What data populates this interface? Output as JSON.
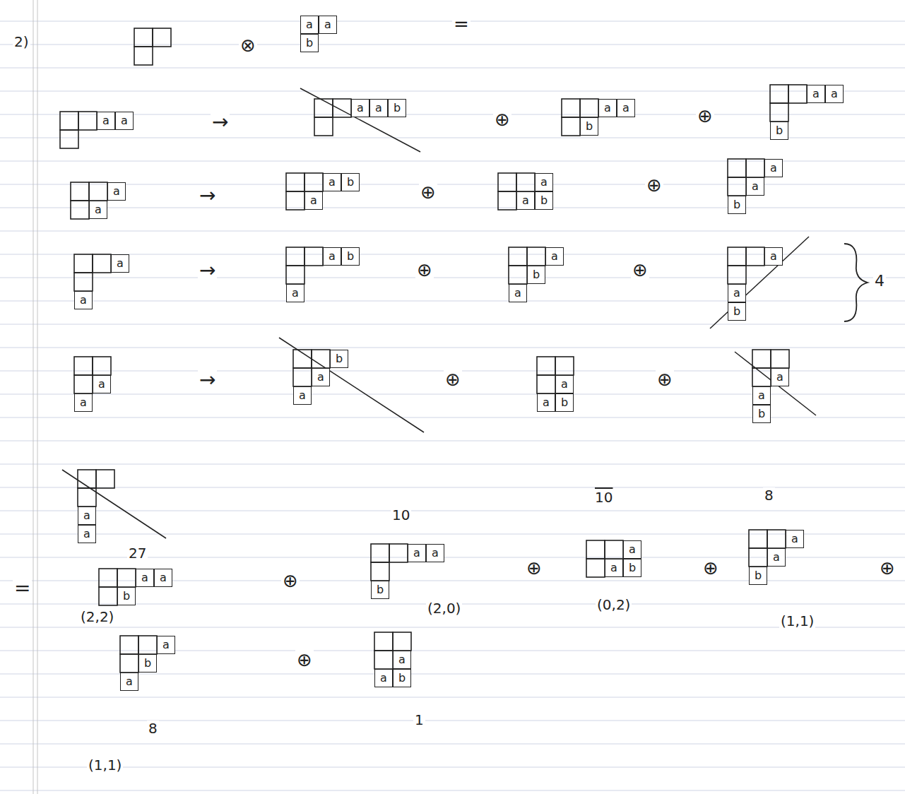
{
  "diagram": {
    "nodes": [
      {
        "text": [
          "a"
        ]
      },
      {
        "text": [
          "a"
        ]
      },
      {
        "text": [
          "b"
        ]
      },
      {
        "text": [
          "a"
        ]
      },
      {
        "text": [
          "a"
        ]
      },
      {
        "text": [
          "a"
        ]
      },
      {
        "text": [
          "a"
        ]
      },
      {
        "text": [
          "b"
        ]
      },
      {
        "text": [
          "a"
        ]
      },
      {
        "text": [
          "a"
        ]
      },
      {
        "text": [
          "b"
        ]
      },
      {
        "text": [
          "a"
        ]
      },
      {
        "text": [
          "a"
        ]
      },
      {
        "text": [
          "b"
        ]
      },
      {
        "text": [
          "a"
        ]
      },
      {
        "text": [
          "a"
        ]
      },
      {
        "text": [
          "a"
        ]
      },
      {
        "text": [
          "b"
        ]
      },
      {
        "text": [
          "a"
        ]
      },
      {
        "text": [
          "a"
        ]
      },
      {
        "text": [
          "a"
        ]
      },
      {
        "text": [
          "b"
        ]
      },
      {
        "text": [
          "a"
        ]
      },
      {
        "text": [
          "a"
        ]
      },
      {
        "text": [
          "b"
        ]
      },
      {
        "text": [
          "a"
        ]
      },
      {
        "text": [
          "a"
        ]
      },
      {
        "text": [
          "a"
        ]
      },
      {
        "text": [
          "b"
        ]
      },
      {
        "text": [
          "a"
        ]
      },
      {
        "text": [
          "a"
        ]
      },
      {
        "text": [
          "b"
        ]
      },
      {
        "text": [
          "a"
        ]
      },
      {
        "text": [
          "a"
        ]
      },
      {
        "text": [
          "a"
        ]
      },
      {
        "text": [
          "b"
        ]
      },
      {
        "text": [
          "a"
        ]
      },
      {
        "text": [
          "a"
        ]
      },
      {
        "text": [
          "b"
        ]
      },
      {
        "text": [
          "a"
        ]
      },
      {
        "text": [
          "a"
        ]
      },
      {
        "text": [
          "a"
        ]
      },
      {
        "text": [
          "a"
        ]
      },
      {
        "text": [
          "b"
        ]
      },
      {
        "text": [
          "a"
        ]
      },
      {
        "text": [
          "a"
        ]
      },
      {
        "text": [
          "b"
        ]
      },
      {
        "text": [
          "a"
        ]
      },
      {
        "text": [
          "a"
        ]
      },
      {
        "text": [
          "a"
        ]
      },
      {
        "text": [
          "a"
        ]
      },
      {
        "text": [
          "b"
        ]
      },
      {
        "text": [
          "a"
        ]
      },
      {
        "text": [
          "a"
        ]
      },
      {
        "text": [
          "b"
        ]
      },
      {
        "text": [
          "a"
        ]
      },
      {
        "text": [
          "a"
        ]
      },
      {
        "text": [
          "b"
        ]
      },
      {
        "text": [
          "a"
        ]
      },
      {
        "text": [
          "a"
        ]
      },
      {
        "text": [
          "b"
        ]
      },
      {
        "text": [
          "a"
        ]
      },
      {
        "text": [
          "b"
        ]
      },
      {
        "text": [
          "a"
        ]
      },
      {
        "text": [
          "a"
        ]
      },
      {
        "text": [
          "a"
        ]
      },
      {
        "text": [
          "b"
        ]
      }
    ],
    "labels": [
      "2)",
      "⊗",
      "=",
      "→",
      "⊕",
      "⊕",
      "→",
      "⊕",
      "⊕",
      "→",
      "⊕",
      "⊕",
      "4",
      "→",
      "⊕",
      "⊕",
      "27",
      "10",
      "10",
      "8",
      "=",
      "⊕",
      "(2,2)",
      "(2,0)",
      "⊕",
      "(0,2)",
      "⊕",
      "(1,1)",
      "⊕",
      "⊕",
      "8",
      "(1,1)",
      "1"
    ]
  }
}
